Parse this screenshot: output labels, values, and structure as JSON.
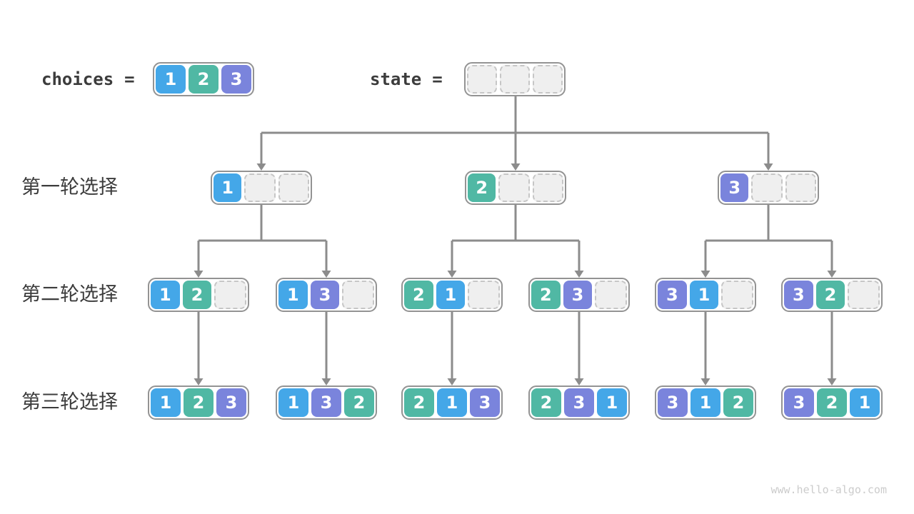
{
  "header": {
    "choices_label": "choices",
    "state_label": "state",
    "equals": "=",
    "choices_values": [
      1,
      2,
      3
    ],
    "state_values": [
      null,
      null,
      null
    ]
  },
  "rows": [
    {
      "label": "第一轮选择",
      "boxes": [
        [
          1,
          null,
          null
        ],
        [
          2,
          null,
          null
        ],
        [
          3,
          null,
          null
        ]
      ]
    },
    {
      "label": "第二轮选择",
      "boxes": [
        [
          1,
          2,
          null
        ],
        [
          1,
          3,
          null
        ],
        [
          2,
          1,
          null
        ],
        [
          2,
          3,
          null
        ],
        [
          3,
          1,
          null
        ],
        [
          3,
          2,
          null
        ]
      ]
    },
    {
      "label": "第三轮选择",
      "boxes": [
        [
          1,
          2,
          3
        ],
        [
          1,
          3,
          2
        ],
        [
          2,
          1,
          3
        ],
        [
          2,
          3,
          1
        ],
        [
          3,
          1,
          2
        ],
        [
          3,
          2,
          1
        ]
      ]
    }
  ],
  "watermark": "www.hello-algo.com",
  "colors": {
    "cell_1": "#44A7E8",
    "cell_2": "#50B8A4",
    "cell_3": "#7A84DC",
    "empty_fill": "#EFEFEF",
    "empty_border": "#C6C6C6",
    "box_border": "#939393",
    "arrow": "#8C8C8C",
    "text": "#3C3C3C",
    "number_text": "#FFFFFF",
    "watermark": "#CCCCCC",
    "background": "#FFFFFF"
  }
}
